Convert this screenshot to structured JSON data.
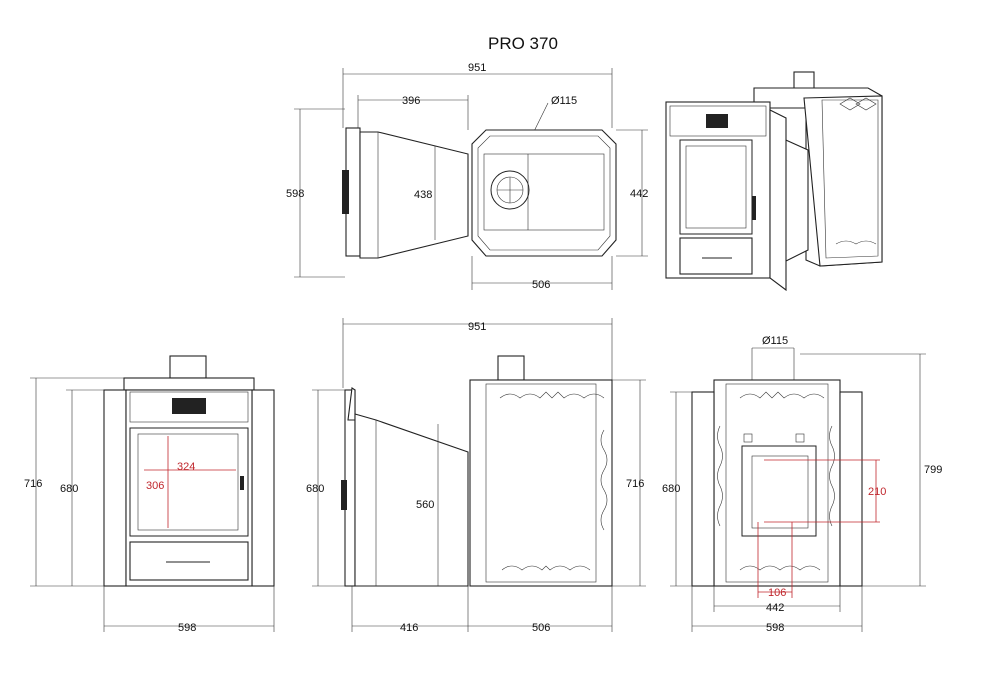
{
  "title": "PRO 370",
  "dimensions": {
    "top_overall_width": "951",
    "top_depth_front": "396",
    "top_flue_diameter": "Ø115",
    "top_side_height": "598",
    "top_front_width_438": "438",
    "top_body_depth": "442",
    "top_body_width": "506",
    "front_height_overall": "716",
    "front_height_body": "680",
    "front_glass_width": "324",
    "front_glass_height": "306",
    "front_width": "598",
    "side_overall_width": "951",
    "side_height_680": "680",
    "side_height_560": "560",
    "side_height_716": "716",
    "side_front_depth": "416",
    "side_body_depth": "506",
    "rear_flue": "Ø115",
    "rear_height_799": "799",
    "rear_height_680": "680",
    "rear_window_height": "210",
    "rear_window_offset": "106",
    "rear_width_442": "442",
    "rear_width_598": "598"
  },
  "colors": {
    "line": "#222222",
    "accent_red": "#c0272d"
  }
}
